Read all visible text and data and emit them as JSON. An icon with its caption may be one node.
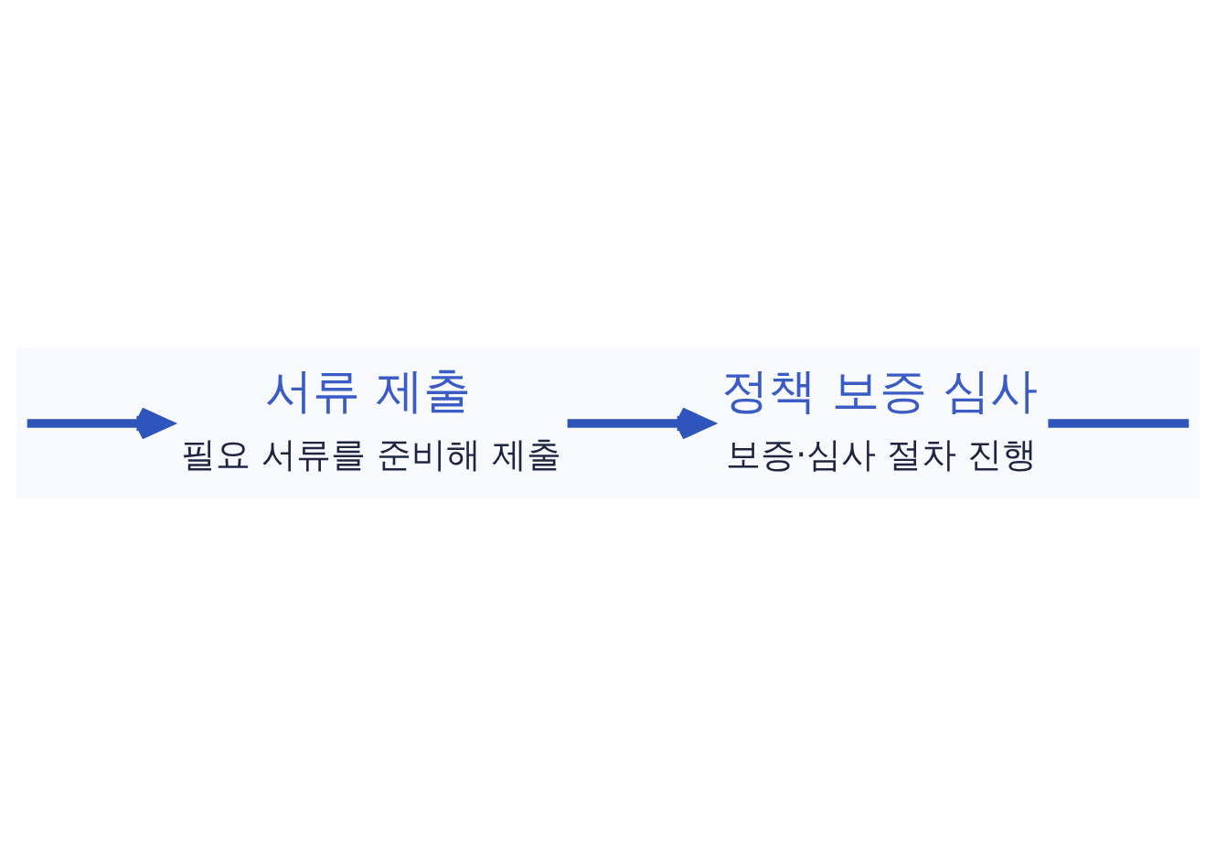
{
  "diagram": {
    "nodes": [
      {
        "text": [
          "서류 제출",
          "필요 서류를 준비해 제출"
        ]
      },
      {
        "text": [
          "정책 보증 심사",
          "보증·심사 절차 진행"
        ]
      }
    ],
    "edges": [
      {
        "from": null,
        "to": 0,
        "arrow": "to"
      },
      {
        "from": 0,
        "to": 1,
        "arrow": "to"
      },
      {
        "from": 1,
        "to": null,
        "arrow": "none"
      }
    ]
  }
}
